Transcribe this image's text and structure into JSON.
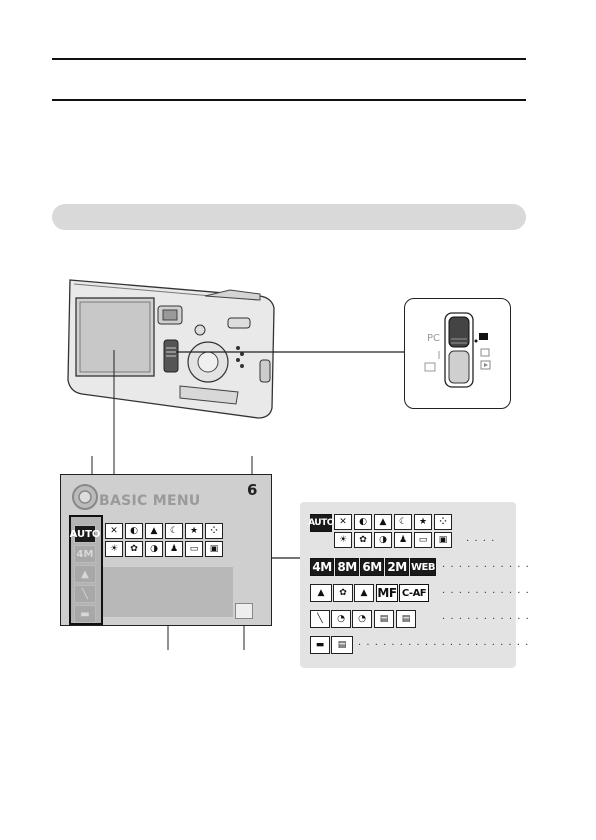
{
  "screen": {
    "title": "BASIC MENU",
    "page_number": "6"
  },
  "menu_side": {
    "auto": "AUTO",
    "size": "4M"
  },
  "legend": {
    "row2_labels": [
      "4M",
      "8M",
      "6M",
      "2M",
      "WEB"
    ],
    "row3_labels": [
      "MF",
      "C-AF"
    ],
    "row1_dots": "· · · ·",
    "row2_dots": "· · · · · · · · · · ·",
    "row3_dots": "· · · · · · · · · · ·",
    "row4_dots": "· · · · · · · · · · ·",
    "row5_dots": "· · · · · · · · · · · · · · · · · · · · ·",
    "auto": "AUTO"
  },
  "mode_dial": {
    "pc_label": "PC"
  },
  "colors": {
    "screen_bg": "#cfcfcf",
    "legend_bg": "#e3e3e3",
    "section_bar": "#d9d9d9"
  }
}
